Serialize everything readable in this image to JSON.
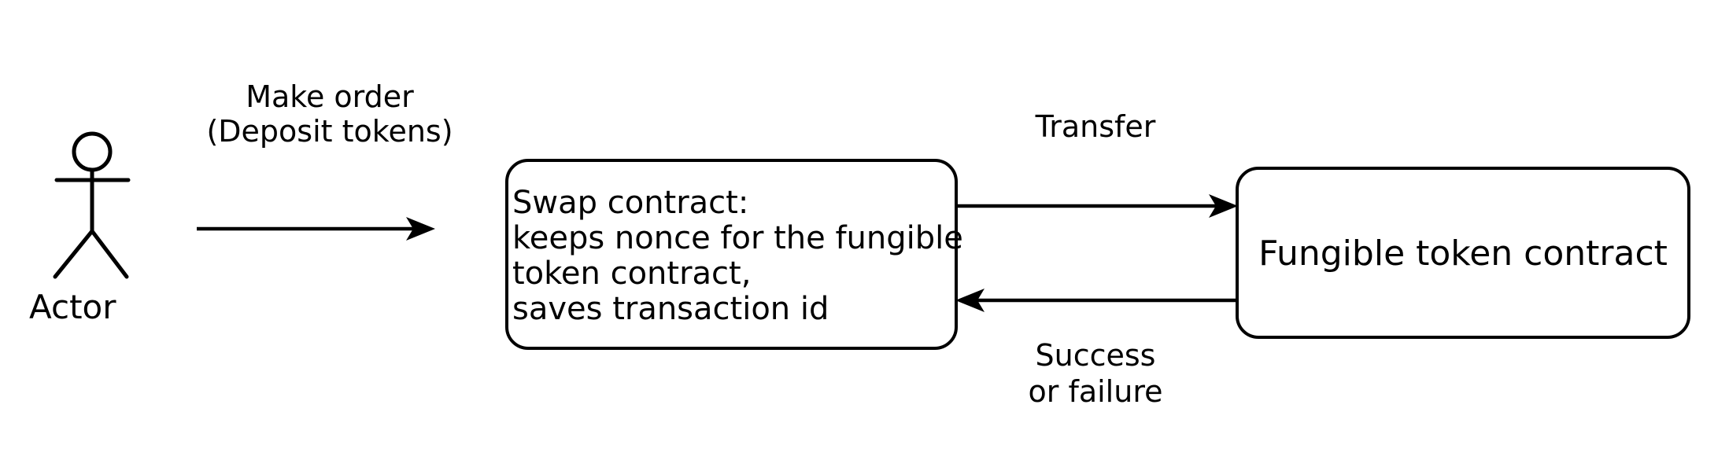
{
  "diagram": {
    "type": "sequence-flow-diagram",
    "background_color": "#ffffff",
    "stroke_color": "#000000",
    "actor": {
      "icon": "stick-figure-actor-icon",
      "label": "Actor"
    },
    "nodes": [
      {
        "id": "swap-contract",
        "shape": "rounded-rectangle",
        "lines": [
          "Swap contract:",
          "keeps nonce for the fungible",
          "token contract,",
          "saves transaction id"
        ]
      },
      {
        "id": "fungible-token-contract",
        "shape": "rounded-rectangle",
        "lines": [
          "Fungible token contract"
        ]
      }
    ],
    "edges": [
      {
        "id": "actor-to-swap",
        "from": "actor",
        "to": "swap-contract",
        "direction": "right",
        "label_lines": [
          "Make order",
          "(Deposit tokens)"
        ]
      },
      {
        "id": "swap-to-token",
        "from": "swap-contract",
        "to": "fungible-token-contract",
        "direction": "right",
        "label_lines": [
          "Transfer"
        ]
      },
      {
        "id": "token-to-swap",
        "from": "fungible-token-contract",
        "to": "swap-contract",
        "direction": "left",
        "label_lines": [
          "Success",
          "or failure"
        ]
      }
    ]
  }
}
